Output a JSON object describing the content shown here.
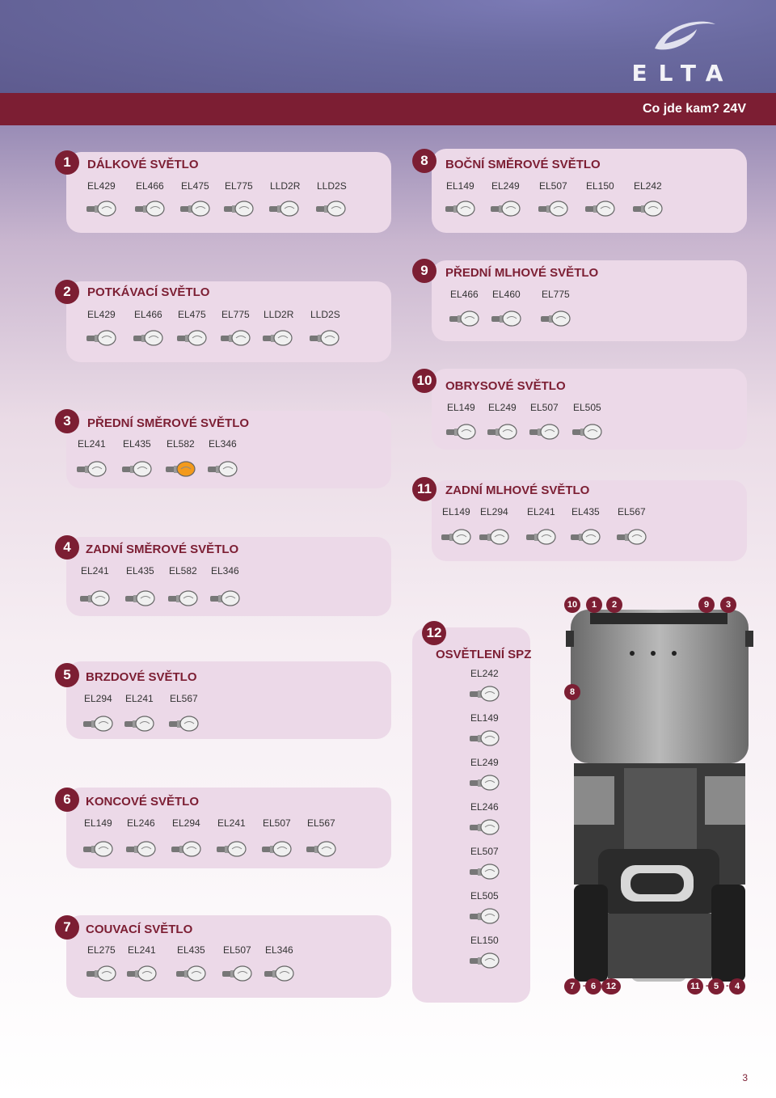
{
  "brand": {
    "logo_text": "ELTA",
    "accent": "#7c1e33",
    "panel": "#ecd9e8"
  },
  "header": {
    "subtitle": "Co jde kam? 24V"
  },
  "sections": [
    {
      "num": "1",
      "title": "DÁLKOVÉ SVĚTLO",
      "codes": [
        "EL429",
        "EL466",
        "EL475",
        "EL775",
        "LLD2R",
        "LLD2S"
      ]
    },
    {
      "num": "2",
      "title": "POTKÁVACÍ SVĚTLO",
      "codes": [
        "EL429",
        "EL466",
        "EL475",
        "EL775",
        "LLD2R",
        "LLD2S"
      ]
    },
    {
      "num": "3",
      "title": "PŘEDNÍ SMĚROVÉ SVĚTLO",
      "codes": [
        "EL241",
        "EL435",
        "EL582",
        "EL346"
      ]
    },
    {
      "num": "4",
      "title": "ZADNÍ SMĚROVÉ SVĚTLO",
      "codes": [
        "EL241",
        "EL435",
        "EL582",
        "EL346"
      ]
    },
    {
      "num": "5",
      "title": "BRZDOVÉ SVĚTLO",
      "codes": [
        "EL294",
        "EL241",
        "EL567"
      ]
    },
    {
      "num": "6",
      "title": "KONCOVÉ SVĚTLO",
      "codes": [
        "EL149",
        "EL246",
        "EL294",
        "EL241",
        "EL507",
        "EL567"
      ]
    },
    {
      "num": "7",
      "title": "COUVACÍ SVĚTLO",
      "codes": [
        "EL275",
        "EL241",
        "EL435",
        "EL507",
        "EL346"
      ]
    },
    {
      "num": "8",
      "title": "BOČNÍ SMĚROVÉ SVĚTLO",
      "codes": [
        "EL149",
        "EL249",
        "EL507",
        "EL150",
        "EL242"
      ]
    },
    {
      "num": "9",
      "title": "PŘEDNÍ MLHOVÉ  SVĚTLO",
      "codes": [
        "EL466",
        "EL460",
        "EL775"
      ]
    },
    {
      "num": "10",
      "title": "OBRYSOVÉ SVĚTLO",
      "codes": [
        "EL149",
        "EL249",
        "EL507",
        "EL505"
      ]
    },
    {
      "num": "11",
      "title": "ZADNÍ MLHOVÉ SVĚTLO",
      "codes": [
        "EL149",
        "EL294",
        "EL241",
        "EL435",
        "EL567"
      ]
    },
    {
      "num": "12",
      "title": "OSVĚTLENÍ SPZ",
      "codes": [
        "EL242",
        "EL149",
        "EL249",
        "EL246",
        "EL507",
        "EL505",
        "EL150"
      ]
    }
  ],
  "truck": {
    "top_nums": [
      "10",
      "1",
      "2",
      "9",
      "3"
    ],
    "side_num": "8",
    "bottom_left": [
      "7",
      "-",
      "6",
      "-",
      "12"
    ],
    "bottom_right": [
      "11",
      "-",
      "5",
      "-",
      "4"
    ]
  },
  "page": {
    "number": "3"
  }
}
